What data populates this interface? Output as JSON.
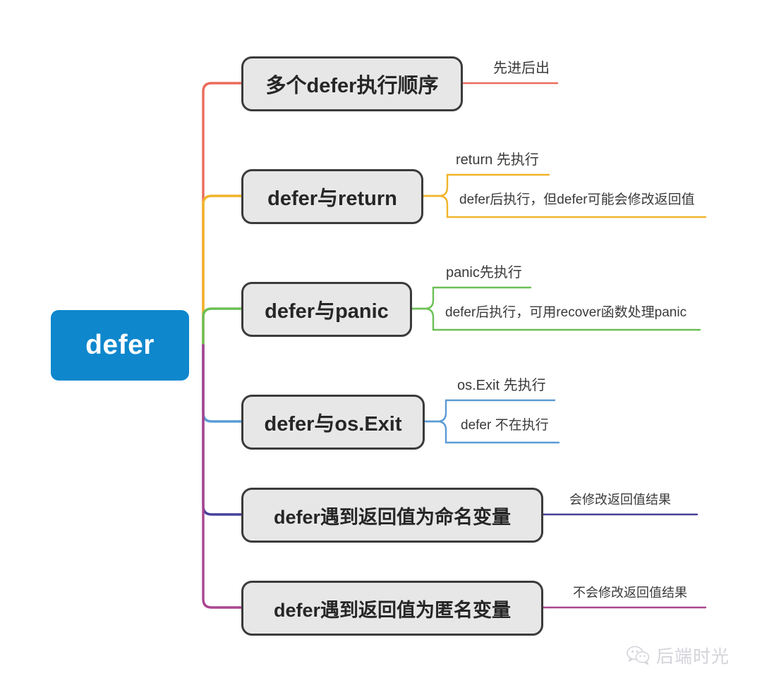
{
  "diagram": {
    "type": "mindmap",
    "title": "defer",
    "background": "#ffffff",
    "root": {
      "label": "defer",
      "fill": "#0e87cd",
      "text_color": "#ffffff"
    },
    "node_style": {
      "fill": "#e7e7e7",
      "border": "#3b3b3b",
      "text_color": "#262626"
    },
    "branches": [
      {
        "id": "branch-order",
        "label": "多个defer执行顺序",
        "color": "#eb6b5b",
        "leaves": [
          {
            "label": "先进后出"
          }
        ]
      },
      {
        "id": "branch-return",
        "label": "defer与return",
        "color": "#f0b429",
        "leaves": [
          {
            "label": "return 先执行"
          },
          {
            "label": "defer后执行，但defer可能会修改返回值"
          }
        ]
      },
      {
        "id": "branch-panic",
        "label": "defer与panic",
        "color": "#6cbf55",
        "leaves": [
          {
            "label": "panic先执行"
          },
          {
            "label": "defer后执行，可用recover函数处理panic"
          }
        ]
      },
      {
        "id": "branch-osexit",
        "label": "defer与os.Exit",
        "color": "#5a9bd5",
        "leaves": [
          {
            "label": "os.Exit 先执行"
          },
          {
            "label": "defer 不在执行"
          }
        ]
      },
      {
        "id": "branch-named-var",
        "label": "defer遇到返回值为命名变量",
        "color": "#46409a",
        "leaves": [
          {
            "label": "会修改返回值结果"
          }
        ]
      },
      {
        "id": "branch-anon-var",
        "label": "defer遇到返回值为匿名变量",
        "color": "#a8458f",
        "leaves": [
          {
            "label": "不会修改返回值结果"
          }
        ]
      }
    ],
    "watermark": {
      "icon": "wechat-icon",
      "text": "后端时光",
      "color": "#cfcfd6"
    }
  }
}
